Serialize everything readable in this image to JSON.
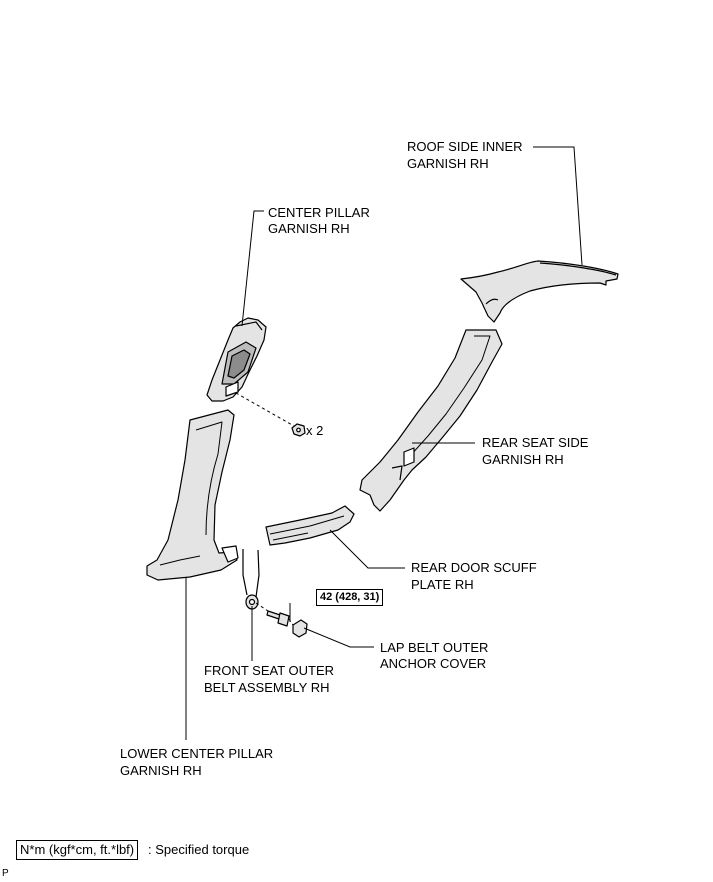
{
  "labels": {
    "roof_side_inner_l1": "ROOF SIDE INNER",
    "roof_side_inner_l2": "GARNISH RH",
    "center_pillar_l1": "CENTER PILLAR",
    "center_pillar_l2": "GARNISH RH",
    "clip_qty": "x 2",
    "rear_seat_side_l1": "REAR SEAT SIDE",
    "rear_seat_side_l2": "GARNISH RH",
    "rear_door_scuff_l1": "REAR DOOR SCUFF",
    "rear_door_scuff_l2": "PLATE RH",
    "lap_belt_cover_l1": "LAP BELT OUTER",
    "lap_belt_cover_l2": "ANCHOR COVER",
    "front_seat_belt_l1": "FRONT SEAT OUTER",
    "front_seat_belt_l2": "BELT ASSEMBLY RH",
    "lower_center_pillar_l1": "LOWER CENTER PILLAR",
    "lower_center_pillar_l2": "GARNISH RH"
  },
  "torque": "42 (428, 31)",
  "legend": {
    "unit_box": "N*m (kgf*cm, ft.*lbf)",
    "description": ": Specified torque"
  },
  "figure_code": "P",
  "colors": {
    "part_fill": "#e4e4e4",
    "part_fill_dark": "#bdbdbd",
    "line": "#000000"
  }
}
